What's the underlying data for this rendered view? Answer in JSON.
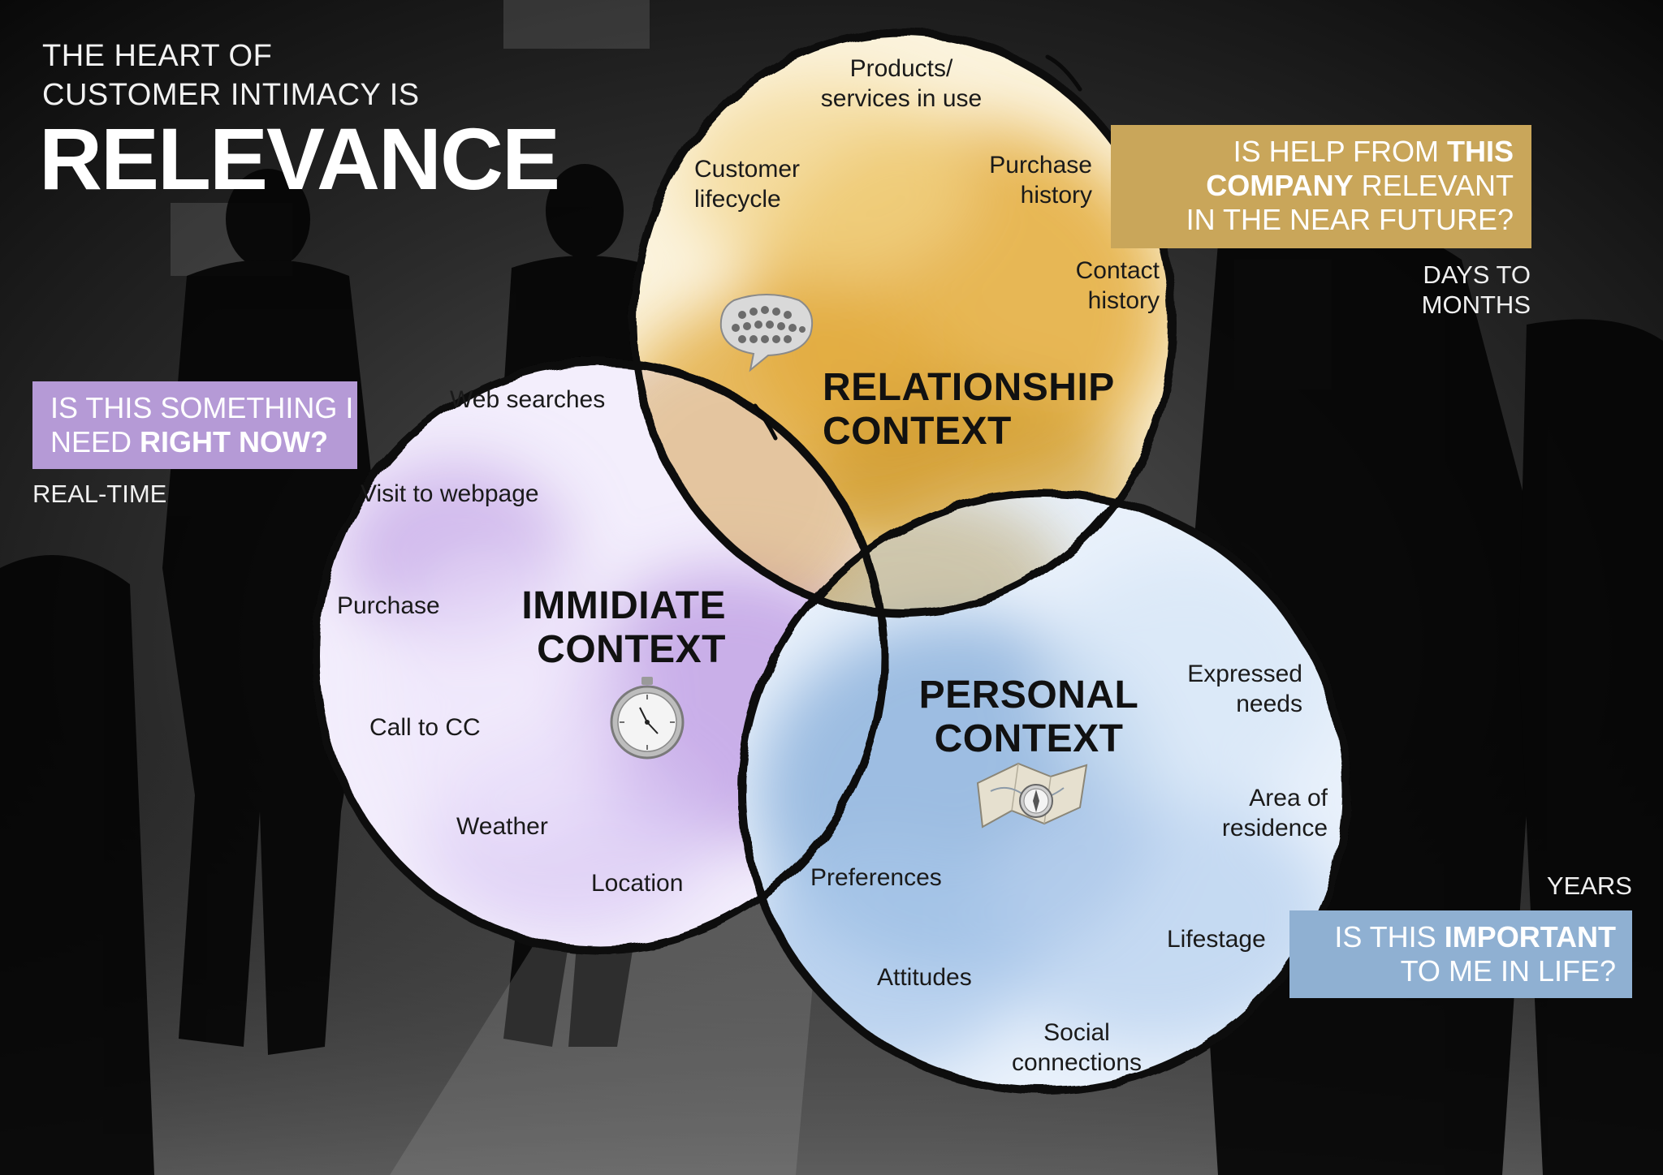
{
  "title": {
    "line1": "THE HEART OF",
    "line2": "CUSTOMER INTIMACY IS",
    "main": "RELEVANCE"
  },
  "questions": {
    "relationship": {
      "line1_plain": "IS HELP FROM ",
      "line1_bold": "THIS",
      "line2_bold": "COMPANY",
      "line2_plain": " RELEVANT",
      "line3_plain": "IN THE NEAR FUTURE?",
      "timeframe_line1": "DAYS TO",
      "timeframe_line2": "MONTHS",
      "color": "#c9a65a"
    },
    "immediate": {
      "line1_plain": "IS THIS SOMETHING I",
      "line2_plain": "NEED ",
      "line2_bold": "RIGHT NOW?",
      "timeframe": "REAL-TIME",
      "color": "#b59ad6"
    },
    "personal": {
      "line1_plain": "IS THIS ",
      "line1_bold": "IMPORTANT",
      "line2_plain": "TO ME IN LIFE?",
      "timeframe": "YEARS",
      "color": "#8fb0d2"
    }
  },
  "contexts": {
    "relationship": {
      "line1": "RELATIONSHIP",
      "line2": "CONTEXT",
      "icon": "speech-bubble-people-icon",
      "color": "#e8b548",
      "items": {
        "products": [
          "Products/",
          "services in use"
        ],
        "lifecycle": [
          "Customer",
          "lifecycle"
        ],
        "purchase_history": [
          "Purchase",
          "history"
        ],
        "contact_history": [
          "Contact",
          "history"
        ]
      }
    },
    "immediate": {
      "line1": "IMMIDIATE",
      "line2": "CONTEXT",
      "icon": "stopwatch-icon",
      "color": "#c7a8e8",
      "items": {
        "web_searches": "Web searches",
        "visit": "Visit to webpage",
        "purchase": "Purchase",
        "call": "Call to CC",
        "weather": "Weather",
        "location": "Location"
      }
    },
    "personal": {
      "line1": "PERSONAL",
      "line2": "CONTEXT",
      "icon": "map-compass-icon",
      "color": "#9ec0e6",
      "items": {
        "expressed_needs": [
          "Expressed",
          "needs"
        ],
        "area": [
          "Area of",
          "residence"
        ],
        "preferences": "Preferences",
        "lifestage": "Lifestage",
        "attitudes": "Attitudes",
        "social": [
          "Social",
          "connections"
        ]
      }
    }
  }
}
